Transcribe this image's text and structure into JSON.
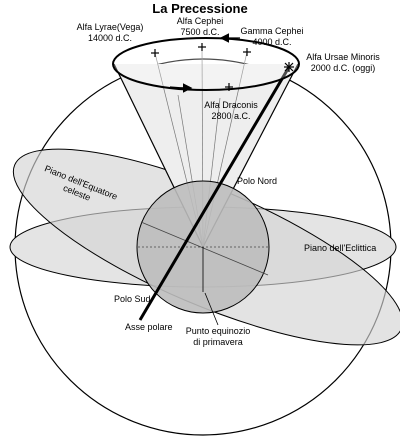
{
  "title": "La Precessione",
  "stars": {
    "vega": {
      "name": "Alfa Lyrae(Vega)",
      "date": "14000 d.C."
    },
    "cephei": {
      "name": "Alfa Cephei",
      "date": "7500 d.C."
    },
    "gamma": {
      "name": "Gamma Cephei",
      "date": "4000 d.C."
    },
    "polaris": {
      "name": "Alfa Ursae Minoris",
      "date": "2000 d.C. (oggi)"
    },
    "draconis": {
      "name": "Alfa Draconis",
      "date": "2800 a.C."
    }
  },
  "labels": {
    "polo_nord": "Polo Nord",
    "piano_equatore_1": "Piano dell'Equatore",
    "piano_equatore_2": "celeste",
    "piano_eclittica": "Piano dell'Eclittica",
    "polo_sud": "Polo Sud",
    "asse_polare": "Asse polare",
    "equinozio_1": "Punto equinozio",
    "equinozio_2": "di primavera"
  },
  "colors": {
    "line": "#000000",
    "cone_fill": "#eeeeee",
    "plane_fill": "#e4e4e4",
    "earth_fill": "#bdbdbd"
  }
}
